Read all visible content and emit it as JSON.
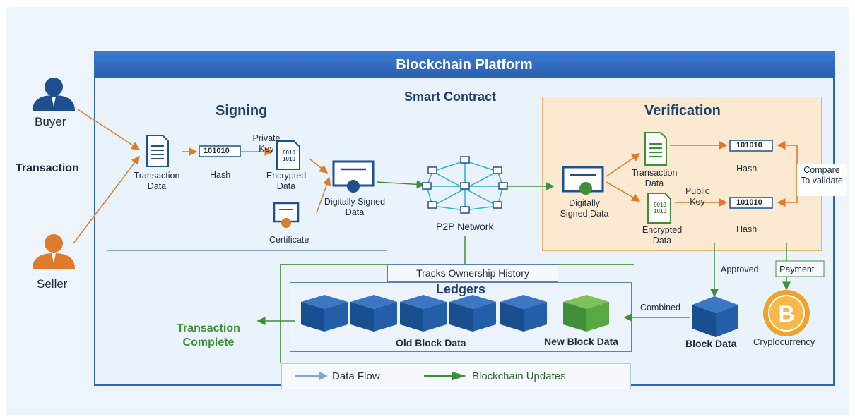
{
  "platform": {
    "title": "Blockchain Platform",
    "subtitle": "Smart Contract"
  },
  "actors": {
    "buyer": "Buyer",
    "seller": "Seller",
    "transaction": "Transaction"
  },
  "signing": {
    "title": "Signing",
    "transaction_data": "Transaction Data",
    "hash_value": "101010",
    "hash_label": "Hash",
    "private_key": "Private Key",
    "encrypted_data": "Encrypted Data",
    "binary": "0010 1010",
    "certificate": "Certificate",
    "digitally_signed": "Digitally Signed Data"
  },
  "network": {
    "label": "P2P Network"
  },
  "verification": {
    "title": "Verification",
    "digitally_signed": "Digitally Signed Data",
    "transaction_data": "Transaction Data",
    "encrypted_data": "Encrypted Data",
    "public_key": "Public Key",
    "hash_top_value": "101010",
    "hash_bottom_value": "101010",
    "hash_top_label": "Hash",
    "hash_bottom_label": "Hash",
    "compare": "Compare To validate"
  },
  "flow": {
    "approved": "Approved",
    "payment": "Payment",
    "combined": "Combined",
    "block_data": "Block Data",
    "cryptocurrency": "Cryplocurrency",
    "tracks": "Tracks Ownership History",
    "complete": "Transaction Complete"
  },
  "ledgers": {
    "title": "Ledgers",
    "old": "Old Block Data",
    "new": "New Block Data"
  },
  "legend": {
    "data_flow": "Data Flow",
    "updates": "Blockchain Updates"
  },
  "colors": {
    "blue": "#2f66b3",
    "orange": "#e07a2b",
    "green": "#3f8f3a",
    "navy": "#1a4f8f"
  }
}
